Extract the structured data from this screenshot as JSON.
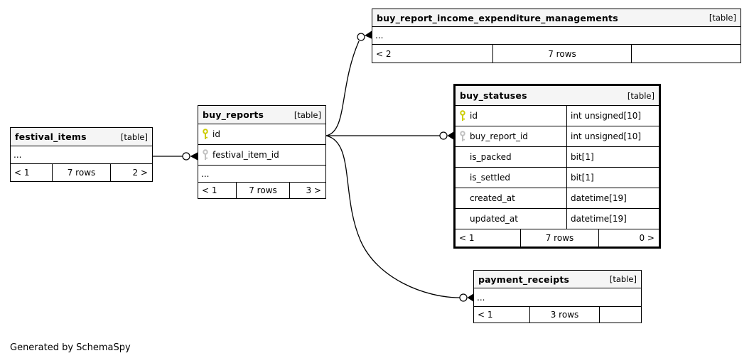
{
  "footer_note": "Generated by SchemaSpy",
  "colors": {
    "primary_key": "#cccc00",
    "foreign_key": "#c0c0c0",
    "header_bg": "#f5f5f5",
    "table_border": "#000000",
    "background": "#ffffff"
  },
  "tables": [
    {
      "name": "buy_report_income_expenditure_managements",
      "type_label": "[table]",
      "ellipsis": "...",
      "footer": {
        "left": "< 2",
        "center": "7 rows",
        "right": ""
      }
    },
    {
      "name": "buy_statuses",
      "type_label": "[table]",
      "columns": [
        {
          "name": "id",
          "type": "int unsigned[10]",
          "key": "primary"
        },
        {
          "name": "buy_report_id",
          "type": "int unsigned[10]",
          "key": "foreign"
        },
        {
          "name": "is_packed",
          "type": "bit[1]",
          "key": ""
        },
        {
          "name": "is_settled",
          "type": "bit[1]",
          "key": ""
        },
        {
          "name": "created_at",
          "type": "datetime[19]",
          "key": ""
        },
        {
          "name": "updated_at",
          "type": "datetime[19]",
          "key": ""
        }
      ],
      "footer": {
        "left": "< 1",
        "center": "7 rows",
        "right": "0 >"
      }
    },
    {
      "name": "buy_reports",
      "type_label": "[table]",
      "columns": [
        {
          "name": "id",
          "key": "primary"
        },
        {
          "name": "festival_item_id",
          "key": "foreign"
        }
      ],
      "ellipsis": "...",
      "footer": {
        "left": "< 1",
        "center": "7 rows",
        "right": "3 >"
      }
    },
    {
      "name": "festival_items",
      "type_label": "[table]",
      "ellipsis": "...",
      "footer": {
        "left": "< 1",
        "center": "7 rows",
        "right": "2 >"
      }
    },
    {
      "name": "payment_receipts",
      "type_label": "[table]",
      "ellipsis": "...",
      "footer": {
        "left": "< 1",
        "center": "3 rows",
        "right": ""
      }
    }
  ]
}
